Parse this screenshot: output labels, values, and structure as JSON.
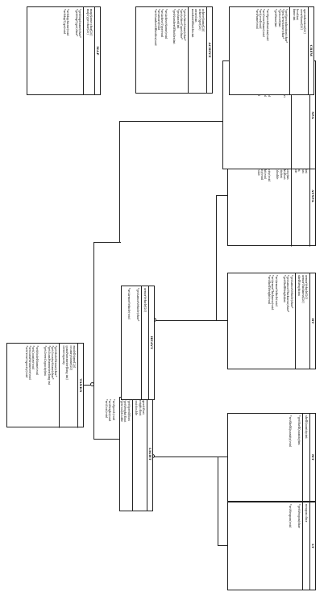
{
  "diagram": {
    "classes": {
      "tanks": {
        "name": "TANKS",
        "attributes": [
          "modelName[20]",
          "countryName[20]",
          "gunsParameter[long int]",
          "crewCapacity"
        ],
        "operations": [
          "*getModelName(char*",
          "*getCountryName(char*",
          "*getGunsParameter(long int",
          "*getCrewCapacity(int",
          "*setModelName(void",
          "*setCountry(void",
          "*setGunsParameter(void",
          "*setCrewCapacity(void"
        ]
      },
      "light": {
        "name": "LIGHT",
        "attributes": [
          "speed:float",
          "weight:float",
          "cost:double"
        ],
        "operations": [
          "*getSpeed(float",
          "*getWeight(float",
          "*getCost(double",
          "*setSpeed(void",
          "*setWeight(void",
          "*setCost(void"
        ]
      },
      "heavy": {
        "name": "HEAVY",
        "attributes": [
          "armorVehicle[20]"
        ],
        "operations": [
          "*getArmorVehicle(char*",
          "*setArmorVehicle(void"
        ]
      },
      "lt": {
        "name": "LT",
        "attributes": [
          "weapon:char"
        ],
        "operations": [
          "*getWeapon(char",
          "*setWeapon(void"
        ]
      },
      "mt": {
        "name": "MT",
        "attributes": [
          "shellQuantity:int"
        ],
        "operations": [
          "*getShellQuantity(int",
          "*setShellQuantity(void"
        ]
      },
      "ht": {
        "name": "HT",
        "attributes": [
          "armorVehicle[20]",
          "armorThickness[20]",
          "shellWeight:int"
        ],
        "operations": [
          "*getArmorVehicle(char*",
          "*getArmorThickness(char*",
          "*getShellWeight(int",
          "*setArmorVehicle(void",
          "*setArmorThickness(void",
          "*setShellWeight(void"
        ]
      },
      "atspa": {
        "name": "ATSPA",
        "attributes": [
          "armorCapacity:int",
          "armorWeight:float",
          "crewCapacity:int",
          "armorCost:double"
        ],
        "operations": [
          "*getArmorCapacity(int",
          "*getArmorWeight(float",
          "*getCrewCapacity(int",
          "*getArmorCost(double",
          "*setArmorCapacity(void",
          "*setArmorWeight(void",
          "*setCrewCapacity(void",
          "*setArmorCost(void"
        ]
      },
      "spa": {
        "name": "SPA",
        "attributes": [
          "shootingRange:int",
          "shootingSpeed:float",
          "timeSpent:double",
          "crewMembers:int"
        ],
        "operations": [
          "*getShootingRange(int",
          "*getShootingSpeed(float",
          "*getTimeSpent(double",
          "*getCrewMembers(int",
          "*setShootingRange(void",
          "*setShootingSpeed(void",
          "*setTimeSpent(void",
          "*setCrewMembers(void"
        ]
      },
      "map": {
        "name": "MAP",
        "attributes": [
          "mapName:char[20]",
          "mapType:char[20]"
        ],
        "operations": [
          "*getMapName(char*",
          "*getMapType(char*",
          "*setMapName(void",
          "*setMapType(void"
        ]
      },
      "achive": {
        "name": "ACHIVE",
        "attributes": [
          "achiveName[20]",
          "achiveType[20]",
          "award:int",
          "numberOfBattles:int"
        ],
        "operations": [
          "*getAchiveName(char*",
          "*getAchiveType(char*",
          "*getAward(int",
          "*getNumberOfBattles(int",
          "*setAchiveName(void",
          "*setAchiveType(void",
          "*setAward(void",
          "*setNumberOfBattles(void"
        ]
      },
      "crew": {
        "name": "CREW",
        "attributes": [
          "specialization[20]",
          "crewName[20]",
          "level:int",
          "fame:int"
        ],
        "operations": [
          "*getSpecialization(char*",
          "*getCrewName(char*",
          "*getLevel(int",
          "*getFame(int",
          "*setSpecialization(void",
          "*setCrewName(void",
          "*setLevel(void",
          "*setFame(void"
        ]
      }
    }
  }
}
